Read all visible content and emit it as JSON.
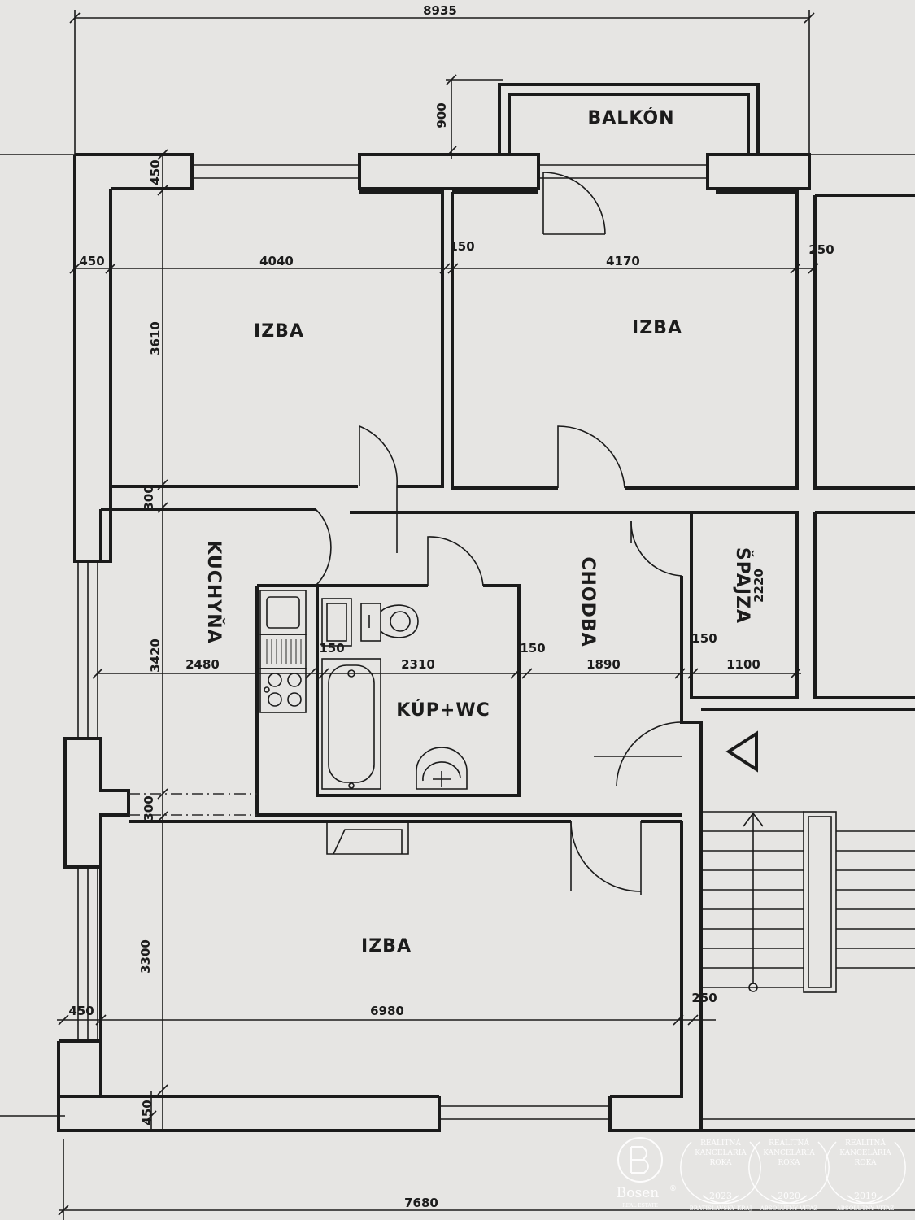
{
  "rooms": {
    "balcony": "BALKÓN",
    "room_top_left": "IZBA",
    "room_top_right": "IZBA",
    "kitchen": "KUCHYŇA",
    "bathroom": "KÚP+WC",
    "hallway": "CHODBA",
    "pantry": "ŠPAJZA",
    "room_bottom": "IZBA"
  },
  "dimensions": {
    "overall_width_top": "8935",
    "overall_width_bottom": "7680",
    "balcony_depth": "900",
    "wall_top": "450",
    "wall_left_top": "450",
    "room_tl_width": "4040",
    "partition_top": "150",
    "room_tr_width": "4170",
    "wall_right_top": "250",
    "room_tl_height": "3610",
    "wall_between_1": "300",
    "pantry_height": "2220",
    "kitchen_height": "3420",
    "kitchen_width": "2480",
    "partition_bath_left": "150",
    "bath_width": "2310",
    "partition_bath_right": "150",
    "hall_width": "1890",
    "partition_pantry": "150",
    "pantry_width": "1100",
    "wall_between_2": "300",
    "room_b_height": "3300",
    "wall_left_bottom": "450",
    "room_b_width": "6980",
    "wall_right_bottom": "250",
    "wall_bottom": "450"
  },
  "watermark": {
    "brand": "Bosen",
    "registered": "®",
    "brand_sub": "REAL ESTATE",
    "awards": [
      {
        "line1": "REALITNÁ",
        "line2": "KANCELÁRIA",
        "line3": "ROKA",
        "year": "2023",
        "caption": "BRATISLAVSKÝ KRAJ"
      },
      {
        "line1": "REALITNÁ",
        "line2": "KANCELÁRIA",
        "line3": "ROKA",
        "year": "2020",
        "caption": "ABSOLÚTNY VÍŤAZ"
      },
      {
        "line1": "REALITNÁ",
        "line2": "KANCELÁRIA",
        "line3": "ROKA",
        "year": "2019",
        "caption": "ABSOLÚTNY VÍŤAZ"
      }
    ]
  }
}
